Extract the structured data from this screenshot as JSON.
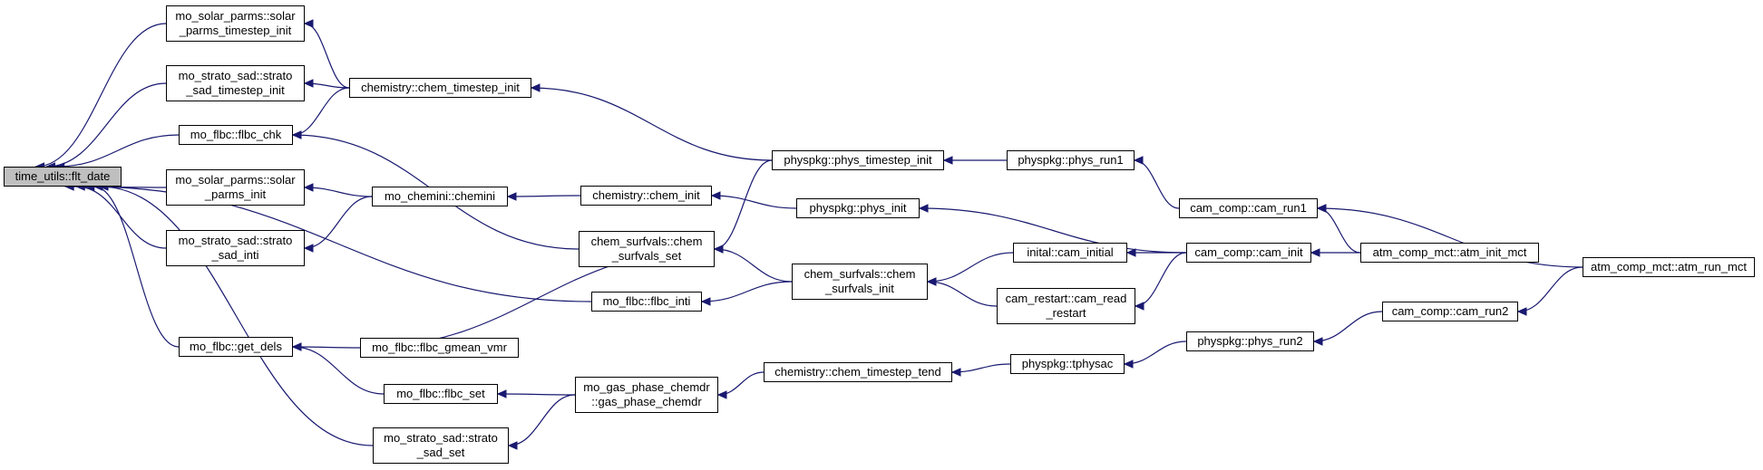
{
  "colors": {
    "edge": "#191970",
    "node_border": "#000000",
    "root_fill": "#bfbfbf",
    "node_fill": "#ffffff"
  },
  "nodes": [
    {
      "id": "n_root",
      "label": "time_utils::flt_date",
      "root": true
    },
    {
      "id": "n_solar_ts",
      "label": "mo_solar_parms::solar\n_parms_timestep_init"
    },
    {
      "id": "n_strato_ts",
      "label": "mo_strato_sad::strato\n_sad_timestep_init"
    },
    {
      "id": "n_chem_ts",
      "label": "chemistry::chem_timestep_init"
    },
    {
      "id": "n_flbc_chk",
      "label": "mo_flbc::flbc_chk"
    },
    {
      "id": "n_solar_init",
      "label": "mo_solar_parms::solar\n_parms_init"
    },
    {
      "id": "n_chemini",
      "label": "mo_chemini::chemini"
    },
    {
      "id": "n_chem_init",
      "label": "chemistry::chem_init"
    },
    {
      "id": "n_strato_inti",
      "label": "mo_strato_sad::strato\n_sad_inti"
    },
    {
      "id": "n_surf_set",
      "label": "chem_surfvals::chem\n_surfvals_set"
    },
    {
      "id": "n_flbc_inti",
      "label": "mo_flbc::flbc_inti"
    },
    {
      "id": "n_surf_init",
      "label": "chem_surfvals::chem\n_surfvals_init"
    },
    {
      "id": "n_get_dels",
      "label": "mo_flbc::get_dels"
    },
    {
      "id": "n_gmean",
      "label": "mo_flbc::flbc_gmean_vmr"
    },
    {
      "id": "n_flbc_set",
      "label": "mo_flbc::flbc_set"
    },
    {
      "id": "n_gas",
      "label": "mo_gas_phase_chemdr\n::gas_phase_chemdr"
    },
    {
      "id": "n_strato_set",
      "label": "mo_strato_sad::strato\n_sad_set"
    },
    {
      "id": "n_chem_tend",
      "label": "chemistry::chem_timestep_tend"
    },
    {
      "id": "n_phys_ts",
      "label": "physpkg::phys_timestep_init"
    },
    {
      "id": "n_phys_run1",
      "label": "physpkg::phys_run1"
    },
    {
      "id": "n_phys_init",
      "label": "physpkg::phys_init"
    },
    {
      "id": "n_cam_initial",
      "label": "inital::cam_initial"
    },
    {
      "id": "n_cam_read",
      "label": "cam_restart::cam_read\n_restart"
    },
    {
      "id": "n_tphysac",
      "label": "physpkg::tphysac"
    },
    {
      "id": "n_cam_run1",
      "label": "cam_comp::cam_run1"
    },
    {
      "id": "n_cam_init",
      "label": "cam_comp::cam_init"
    },
    {
      "id": "n_phys_run2",
      "label": "physpkg::phys_run2"
    },
    {
      "id": "n_atm_init",
      "label": "atm_comp_mct::atm_init_mct"
    },
    {
      "id": "n_cam_run2",
      "label": "cam_comp::cam_run2"
    },
    {
      "id": "n_atm_run",
      "label": "atm_comp_mct::atm_run_mct"
    }
  ],
  "edges": [
    [
      "n_solar_ts",
      "n_root"
    ],
    [
      "n_strato_ts",
      "n_root"
    ],
    [
      "n_flbc_chk",
      "n_root"
    ],
    [
      "n_solar_init",
      "n_root"
    ],
    [
      "n_strato_inti",
      "n_root"
    ],
    [
      "n_flbc_inti",
      "n_root"
    ],
    [
      "n_get_dels",
      "n_root"
    ],
    [
      "n_strato_set",
      "n_root"
    ],
    [
      "n_chem_ts",
      "n_solar_ts"
    ],
    [
      "n_chem_ts",
      "n_strato_ts"
    ],
    [
      "n_chem_ts",
      "n_flbc_chk"
    ],
    [
      "n_surf_set",
      "n_flbc_chk"
    ],
    [
      "n_chemini",
      "n_solar_init"
    ],
    [
      "n_chemini",
      "n_strato_inti"
    ],
    [
      "n_chem_init",
      "n_chemini"
    ],
    [
      "n_phys_init",
      "n_chem_init"
    ],
    [
      "n_phys_ts",
      "n_chem_ts"
    ],
    [
      "n_phys_ts",
      "n_surf_set"
    ],
    [
      "n_phys_run1",
      "n_phys_ts"
    ],
    [
      "n_cam_run1",
      "n_phys_run1"
    ],
    [
      "n_atm_run",
      "n_cam_run1"
    ],
    [
      "n_atm_init",
      "n_cam_run1"
    ],
    [
      "n_cam_init",
      "n_phys_init"
    ],
    [
      "n_cam_init",
      "n_cam_initial"
    ],
    [
      "n_cam_init",
      "n_cam_read"
    ],
    [
      "n_atm_init",
      "n_cam_init"
    ],
    [
      "n_cam_initial",
      "n_surf_init"
    ],
    [
      "n_cam_read",
      "n_surf_init"
    ],
    [
      "n_surf_init",
      "n_surf_set"
    ],
    [
      "n_surf_init",
      "n_flbc_inti"
    ],
    [
      "n_gmean",
      "n_get_dels"
    ],
    [
      "n_gmean",
      "n_surf_set"
    ],
    [
      "n_flbc_set",
      "n_get_dels"
    ],
    [
      "n_gas",
      "n_flbc_set"
    ],
    [
      "n_gas",
      "n_strato_set"
    ],
    [
      "n_chem_tend",
      "n_gas"
    ],
    [
      "n_tphysac",
      "n_chem_tend"
    ],
    [
      "n_phys_run2",
      "n_tphysac"
    ],
    [
      "n_cam_run2",
      "n_phys_run2"
    ],
    [
      "n_atm_run",
      "n_cam_run2"
    ]
  ]
}
